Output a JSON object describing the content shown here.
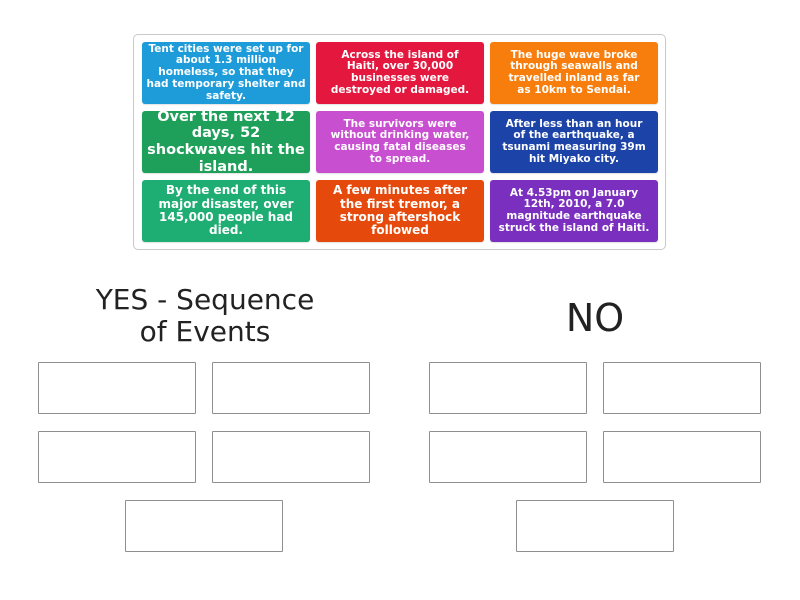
{
  "cards": [
    {
      "text": "Tent cities were set up for about 1.3 million homeless, so that they had temporary shelter and safety.",
      "color": "#1e9bd9"
    },
    {
      "text": "Across the island of Haiti, over 30,000 businesses were destroyed or damaged.",
      "color": "#e4173f"
    },
    {
      "text": "The huge wave broke through seawalls and travelled inland as far as 10km to Sendai.",
      "color": "#f77e0c"
    },
    {
      "text": "Over the next 12 days, 52 shockwaves hit the island.",
      "color": "#1ea05a"
    },
    {
      "text": "The survivors were without drinking water, causing fatal diseases to spread.",
      "color": "#c94fd1"
    },
    {
      "text": "After less than an hour of the earthquake, a tsunami measuring 39m hit Miyako city.",
      "color": "#1c43a8"
    },
    {
      "text": "By the end of this major disaster, over 145,000 people had died.",
      "color": "#1ead73"
    },
    {
      "text": "A few minutes after the first tremor, a strong aftershock followed",
      "color": "#e54a0c"
    },
    {
      "text": "At 4.53pm on January 12th, 2010, a 7.0 magnitude earthquake struck the island of Haiti.",
      "color": "#7b2fbf"
    }
  ],
  "groups": {
    "yes": {
      "heading_line1": "YES - Sequence",
      "heading_line2": "of Events",
      "slot_count": 5
    },
    "no": {
      "heading": "NO",
      "slot_count": 5
    }
  }
}
